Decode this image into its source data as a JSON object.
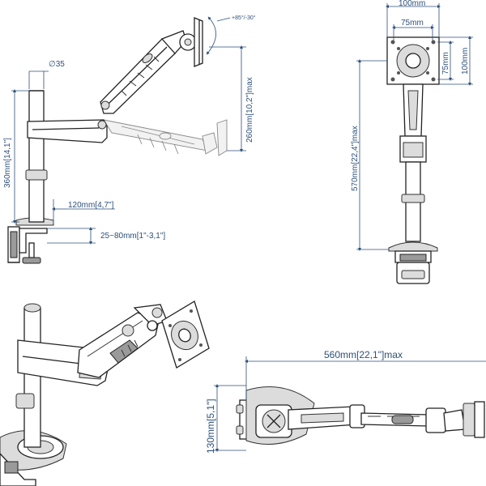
{
  "views": {
    "side": {
      "tilt_label": "+85°/-30°",
      "diameter_label": "∅35",
      "pole_height_label": "360mm[14,1\"]",
      "arm_reach_label": "260mm[10,2\"]max",
      "base_offset_label": "120mm[4,7\"]",
      "clamp_range_label": "25~80mm[1\"-3,1\"]"
    },
    "front": {
      "vesa_outer_label": "100mm",
      "vesa_inner_label": "75mm",
      "vesa_inner_vertical_label": "75mm",
      "vesa_outer_vertical_label": "100mm",
      "total_height_label": "570mm[22,4\"]max"
    },
    "top": {
      "extension_label": "560mm[22,1\"]max",
      "depth_label": "130mm[5,1\"]"
    }
  }
}
